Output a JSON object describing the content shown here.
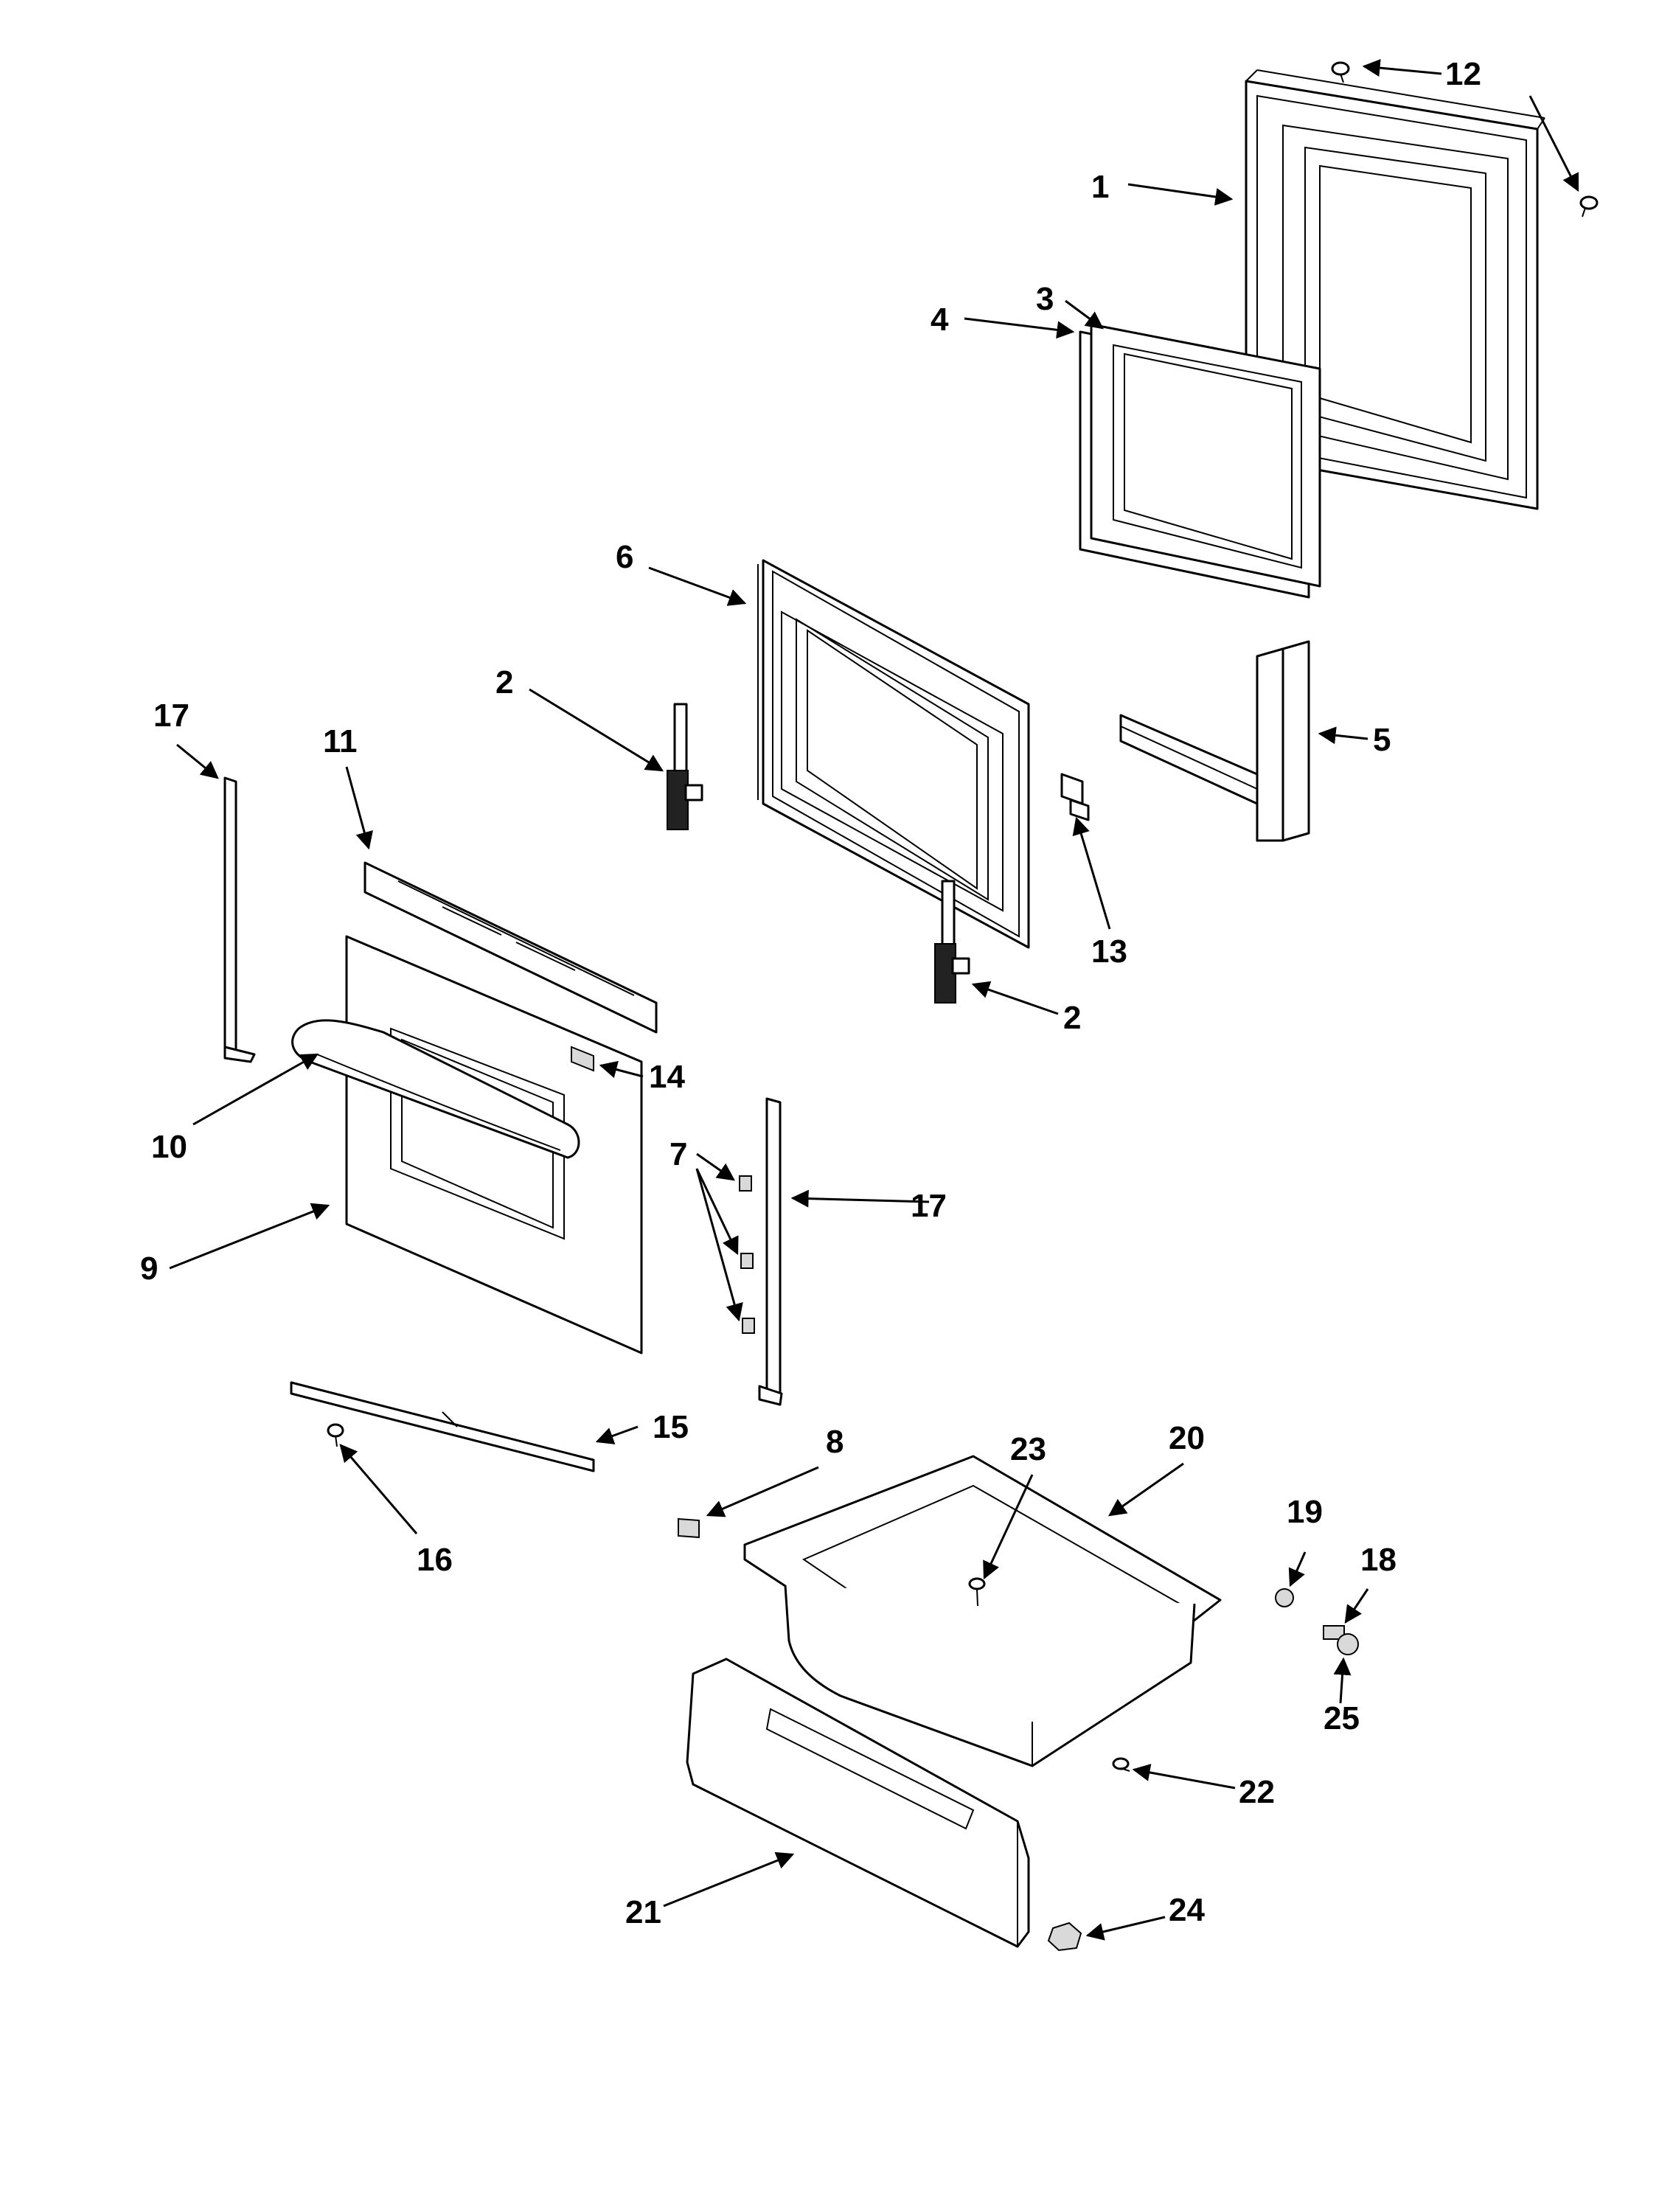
{
  "diagram": {
    "callouts": {
      "c1": "1",
      "c2a": "2",
      "c2b": "2",
      "c3": "3",
      "c4": "4",
      "c5": "5",
      "c6": "6",
      "c7": "7",
      "c8": "8",
      "c9": "9",
      "c10": "10",
      "c11": "11",
      "c12": "12",
      "c13": "13",
      "c14": "14",
      "c15": "15",
      "c16": "16",
      "c17a": "17",
      "c17b": "17",
      "c18": "18",
      "c19": "19",
      "c20": "20",
      "c21": "21",
      "c22": "22",
      "c23": "23",
      "c24": "24",
      "c25": "25"
    }
  }
}
